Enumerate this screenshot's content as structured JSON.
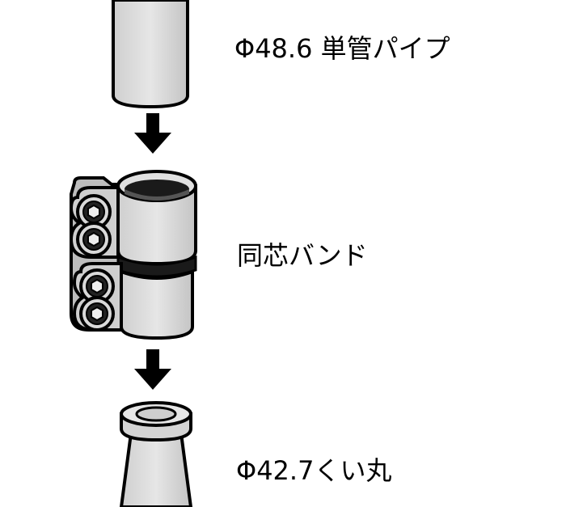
{
  "labels": {
    "pipe": "Φ48.6  単管パイプ",
    "band": "同芯バンド",
    "kui": "Φ42.7くい丸"
  },
  "colors": {
    "outline": "#000000",
    "metal": "#d9d9d9",
    "metal_light": "#e8e8e8",
    "metal_dark": "#8c8c8c",
    "background": "#ffffff"
  },
  "icons": {
    "down_arrow": "down-arrow-icon",
    "hex_bolt": "hex-bolt-icon"
  }
}
